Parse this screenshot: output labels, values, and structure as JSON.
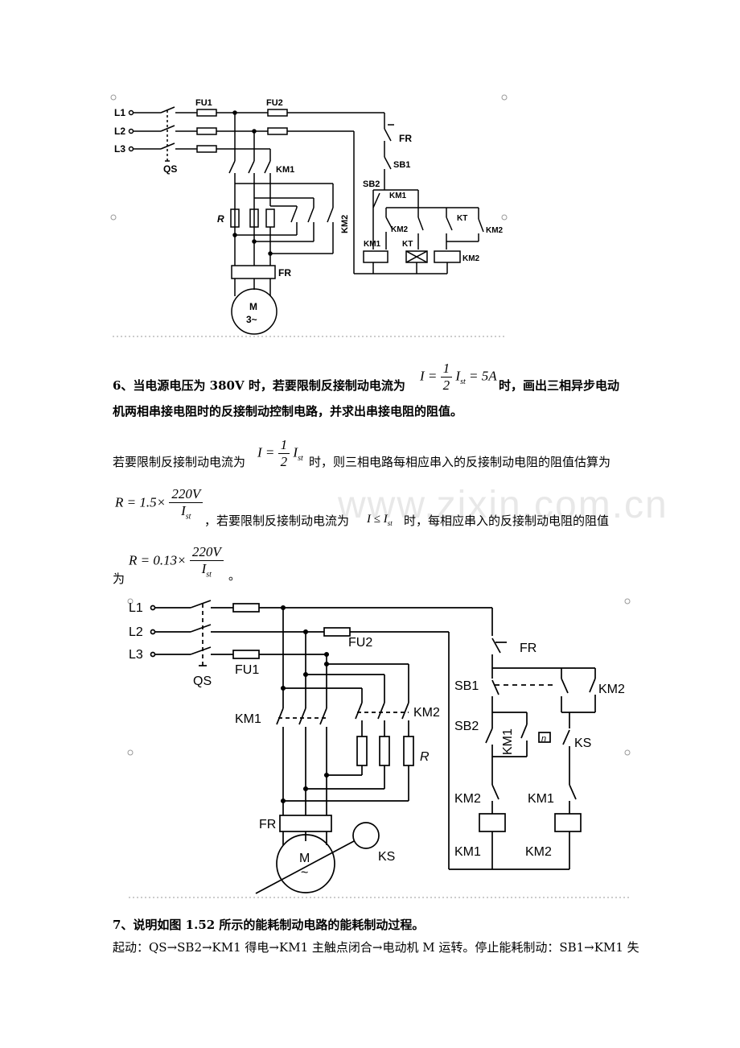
{
  "diagram1": {
    "labels": {
      "l1": "L1",
      "l2": "L2",
      "l3": "L3",
      "qs": "QS",
      "fu1": "FU1",
      "fu2": "FU2",
      "km1": "KM1",
      "km2": "KM2",
      "r": "R",
      "fr": "FR",
      "motor": "M",
      "motor_sub": "3~",
      "fr_ctrl": "FR",
      "sb1": "SB1",
      "sb2": "SB2",
      "km1_ctrl": "KM1",
      "km2_ctrl_a": "KM2",
      "kt_a": "KT",
      "kt_b": "KT",
      "km2_ctrl_b": "KM2",
      "coil_km1": "KM1",
      "coil_kt": "KT",
      "coil_km2": "KM2"
    }
  },
  "q6": {
    "heading_before": "6、当电源电压为 380V 时，若要限制反接制动电流为",
    "heading_after": "时，画出三相异步电动",
    "heading_line2": "机两相串接电阻时的反接制动控制电路，并求出串接电阻的阻值。",
    "formula_i": "I",
    "formula_one": "1",
    "formula_two": "2",
    "formula_ist": "I",
    "formula_sub": "st",
    "formula_val": "= 5A",
    "p1_before": "若要限制反接制动电流为",
    "p1_after": "时，则三相电路每相应串入的反接制动电阻的阻值估算为",
    "p2_r": "R = 1.5×",
    "p2_num": "220V",
    "p2_mid": "，若要限制反接制动电流为",
    "p2_cond": "I ≤ I",
    "p2_after": "时，每相应串入的反接制动电阻的阻值",
    "p3_r": "R = 0.13×",
    "p3_num": "220V",
    "p3_wei": "为",
    "p3_end": "。"
  },
  "diagram2": {
    "labels": {
      "l1": "L1",
      "l2": "L2",
      "l3": "L3",
      "qs": "QS",
      "fu1": "FU1",
      "fu2": "FU2",
      "km1": "KM1",
      "km2": "KM2",
      "r": "R",
      "fr": "FR",
      "motor": "M",
      "motor_sub": "~",
      "ks": "KS",
      "fr_ctrl": "FR",
      "sb1": "SB1",
      "km2_hold": "KM2",
      "sb2": "SB2",
      "km1_hold": "KM1",
      "ks_ctrl": "KS",
      "ks_n": "n",
      "km2_int": "KM2",
      "km1_int": "KM1",
      "coil_km1": "KM1",
      "coil_km2": "KM2"
    }
  },
  "watermark": "www.zixin.com.cn",
  "q7": {
    "heading": "7、说明如图 1.52 所示的能耗制动电路的能耗制动过程。",
    "line1": "起动：QS→SB2→KM1 得电→KM1 主触点闭合→电动机 M 运转。停止能耗制动：SB1→KM1 失"
  }
}
